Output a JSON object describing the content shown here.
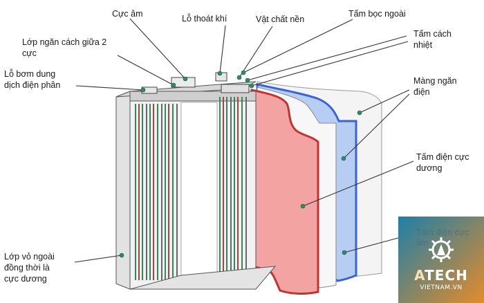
{
  "labels": {
    "cuc_am": "Cực âm",
    "lo_thoat_khi": "Lỗ thoát khí",
    "vat_chat_nen": "Vật chất nền",
    "tam_boc_ngoai": "Tấm  bọc ngoài",
    "lop_ngan_cach_l1": "Lớp ngăn cách giữa 2",
    "lop_ngan_cach_l2": "cực",
    "tam_cach_nhiet_l1": "Tấm cách",
    "tam_cach_nhiet_l2": "nhiệt",
    "lo_bom_l1": "Lỗ bơm dung",
    "lo_bom_l2": "dịch điện phân",
    "mang_ngan_l1": "Màng ngăn",
    "mang_ngan_l2": "điện",
    "tam_duong_l1": "Tấm điện cực",
    "tam_duong_l2": "dương",
    "tam_am_l1": "Tấm điện cực",
    "tam_am_l2": "âm",
    "lop_vo_l1": "Lớp vỏ ngoài",
    "lop_vo_l2": "đồng thời là",
    "lop_vo_l3": "cực dương"
  },
  "logo": {
    "brand_a": "A",
    "brand_rest": "TECH",
    "sub": "VIETNAM.VN"
  },
  "colors": {
    "positive_plate": "#f4a3a3",
    "positive_edge": "#c03434",
    "separator_blue": "#a9c4f2",
    "separator_edge": "#3a64d6",
    "leader_dot": "#2d8a6a"
  }
}
